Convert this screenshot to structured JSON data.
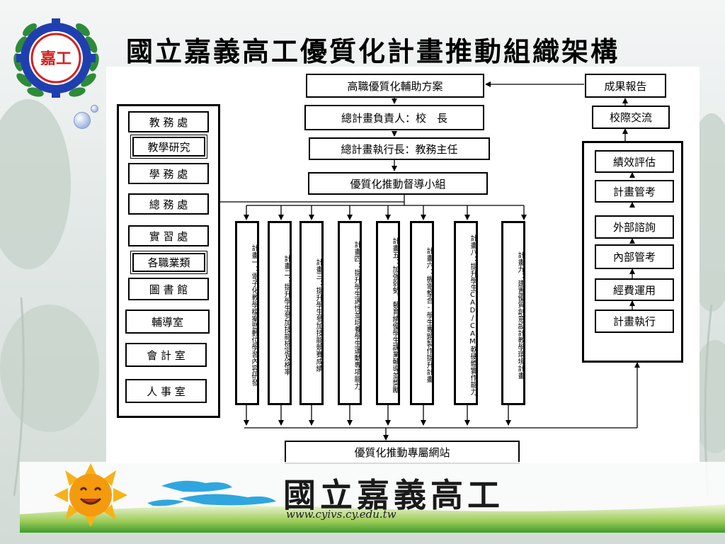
{
  "slide": {
    "title": "國立嘉義高工優質化計畫推動組織架構"
  },
  "logo": {
    "text": "嘉工",
    "ring_color": "#1f3fb0",
    "leaf_color": "#2e8b3a",
    "accent_color": "#d22020"
  },
  "top_chain": [
    "高職優質化輔助方案",
    "總計畫負責人：校　長",
    "總計畫執行長：教務主任",
    "優質化推動督導小組"
  ],
  "units": [
    "教 務 處",
    "教學研究",
    "學 務 處",
    "總 務 處",
    "實 習 處",
    "各職業類",
    "圖 書 館",
    "輔導室",
    "會 計 室",
    "人 事 室"
  ],
  "plans": [
    "計畫一：電子化教學檔案暨數位學習內容研發",
    "計畫二：提升學生參加技能檢定及格率",
    "計畫三：提升學生參加技能競賽成績",
    "計畫四：提升學生適性並培養學生運動專項能力",
    "計畫五：加強弱勢、藝育績優學生課業輔導並獎勵",
    "計畫六：機電整合-學生專題製作提升計畫",
    "計畫八：提升學生CAD/CAM軟硬體實作能力",
    "計畫九：建置優質創意設計教學環境計畫"
  ],
  "evaluation": {
    "report": "成果報告",
    "exchange": "校際交流",
    "cycle": [
      "績效評估",
      "計畫管考",
      "外部諮詢",
      "內部管考",
      "經費運用",
      "計畫執行"
    ]
  },
  "website": "優質化推動專屬網站",
  "banner": {
    "school_name": "國立嘉義高工",
    "url": "www.cyivs.cy.edu.tw",
    "sun_color": "#f7b21a",
    "cloud_color": "#2fa6e0",
    "grass_color": "#3f9b2c"
  },
  "colors": {
    "line": "#000000",
    "box_fill": "#ffffff",
    "text": "#000000"
  }
}
